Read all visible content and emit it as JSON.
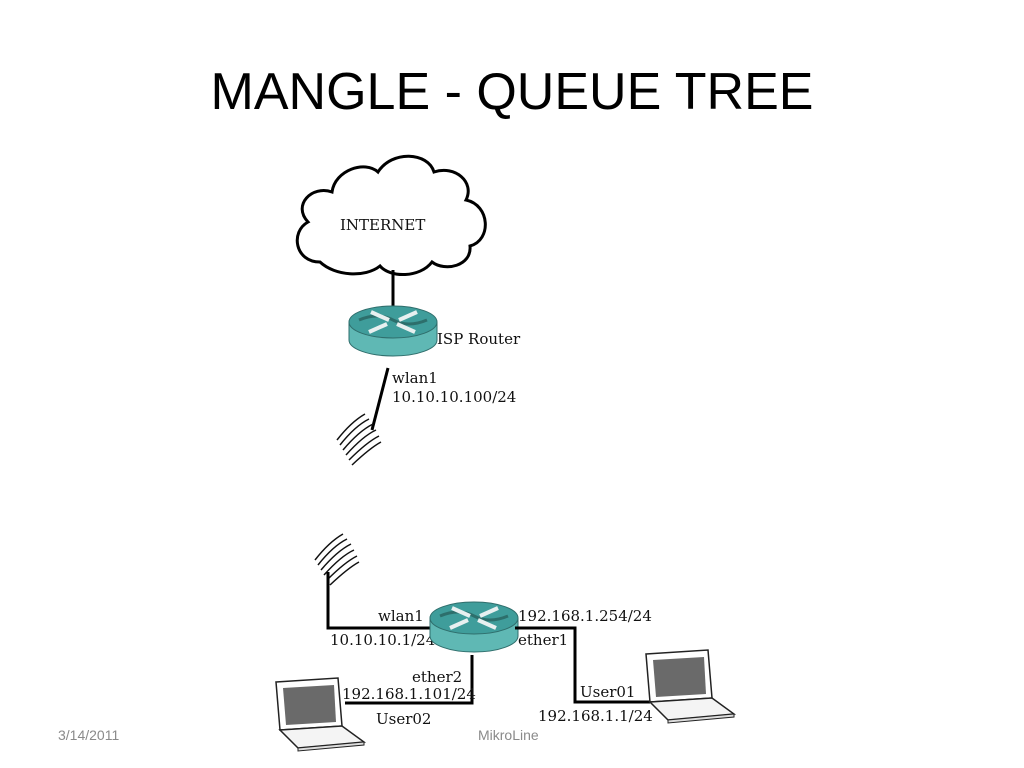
{
  "slide": {
    "title": "MANGLE - QUEUE TREE",
    "footer_date": "3/14/2011",
    "footer_center": "MikroLine"
  },
  "diagram": {
    "internet": {
      "label": "INTERNET",
      "icon": "cloud-icon"
    },
    "isp_router": {
      "label": "ISP Router",
      "icon": "router-icon",
      "interface": "wlan1",
      "ip": "10.10.10.100/24"
    },
    "local_router": {
      "icon": "router-icon",
      "wlan_interface": "wlan1",
      "wlan_ip": "10.10.10.1/24",
      "ether1_interface": "ether1",
      "ether1_ip": "192.168.1.254/24",
      "ether2_interface": "ether2"
    },
    "user01": {
      "label": "User01",
      "ip": "192.168.1.1/24",
      "icon": "laptop-icon"
    },
    "user02": {
      "label": "User02",
      "ip": "192.168.1.101/24",
      "icon": "laptop-icon"
    },
    "colors": {
      "router_top": "#3f9d9b",
      "router_side": "#5fb8b4",
      "line": "#000000"
    }
  }
}
